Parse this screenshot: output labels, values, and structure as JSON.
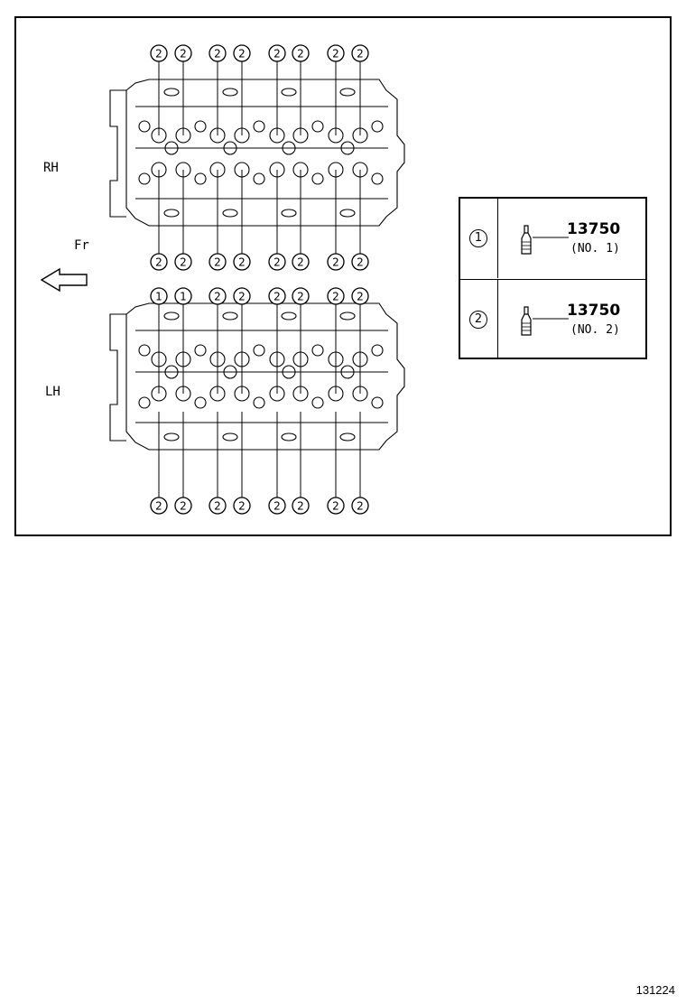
{
  "labels": {
    "rh": "RH",
    "lh": "LH",
    "front": "Fr"
  },
  "callouts": {
    "rh_top": [
      "2",
      "2",
      "2",
      "2",
      "2",
      "2",
      "2",
      "2"
    ],
    "rh_bottom": [
      "2",
      "2",
      "2",
      "2",
      "2",
      "2",
      "2",
      "2"
    ],
    "lh_top": [
      "1",
      "1",
      "2",
      "2",
      "2",
      "2",
      "2",
      "2"
    ],
    "lh_bottom": [
      "2",
      "2",
      "2",
      "2",
      "2",
      "2",
      "2",
      "2"
    ]
  },
  "legend": [
    {
      "mark": "1",
      "part_number": "13750",
      "sub": "(NO. 1)",
      "icon": "valve-lifter-icon"
    },
    {
      "mark": "2",
      "part_number": "13750",
      "sub": "(NO. 2)",
      "icon": "valve-lifter-icon"
    }
  ],
  "figure_number": "131224"
}
